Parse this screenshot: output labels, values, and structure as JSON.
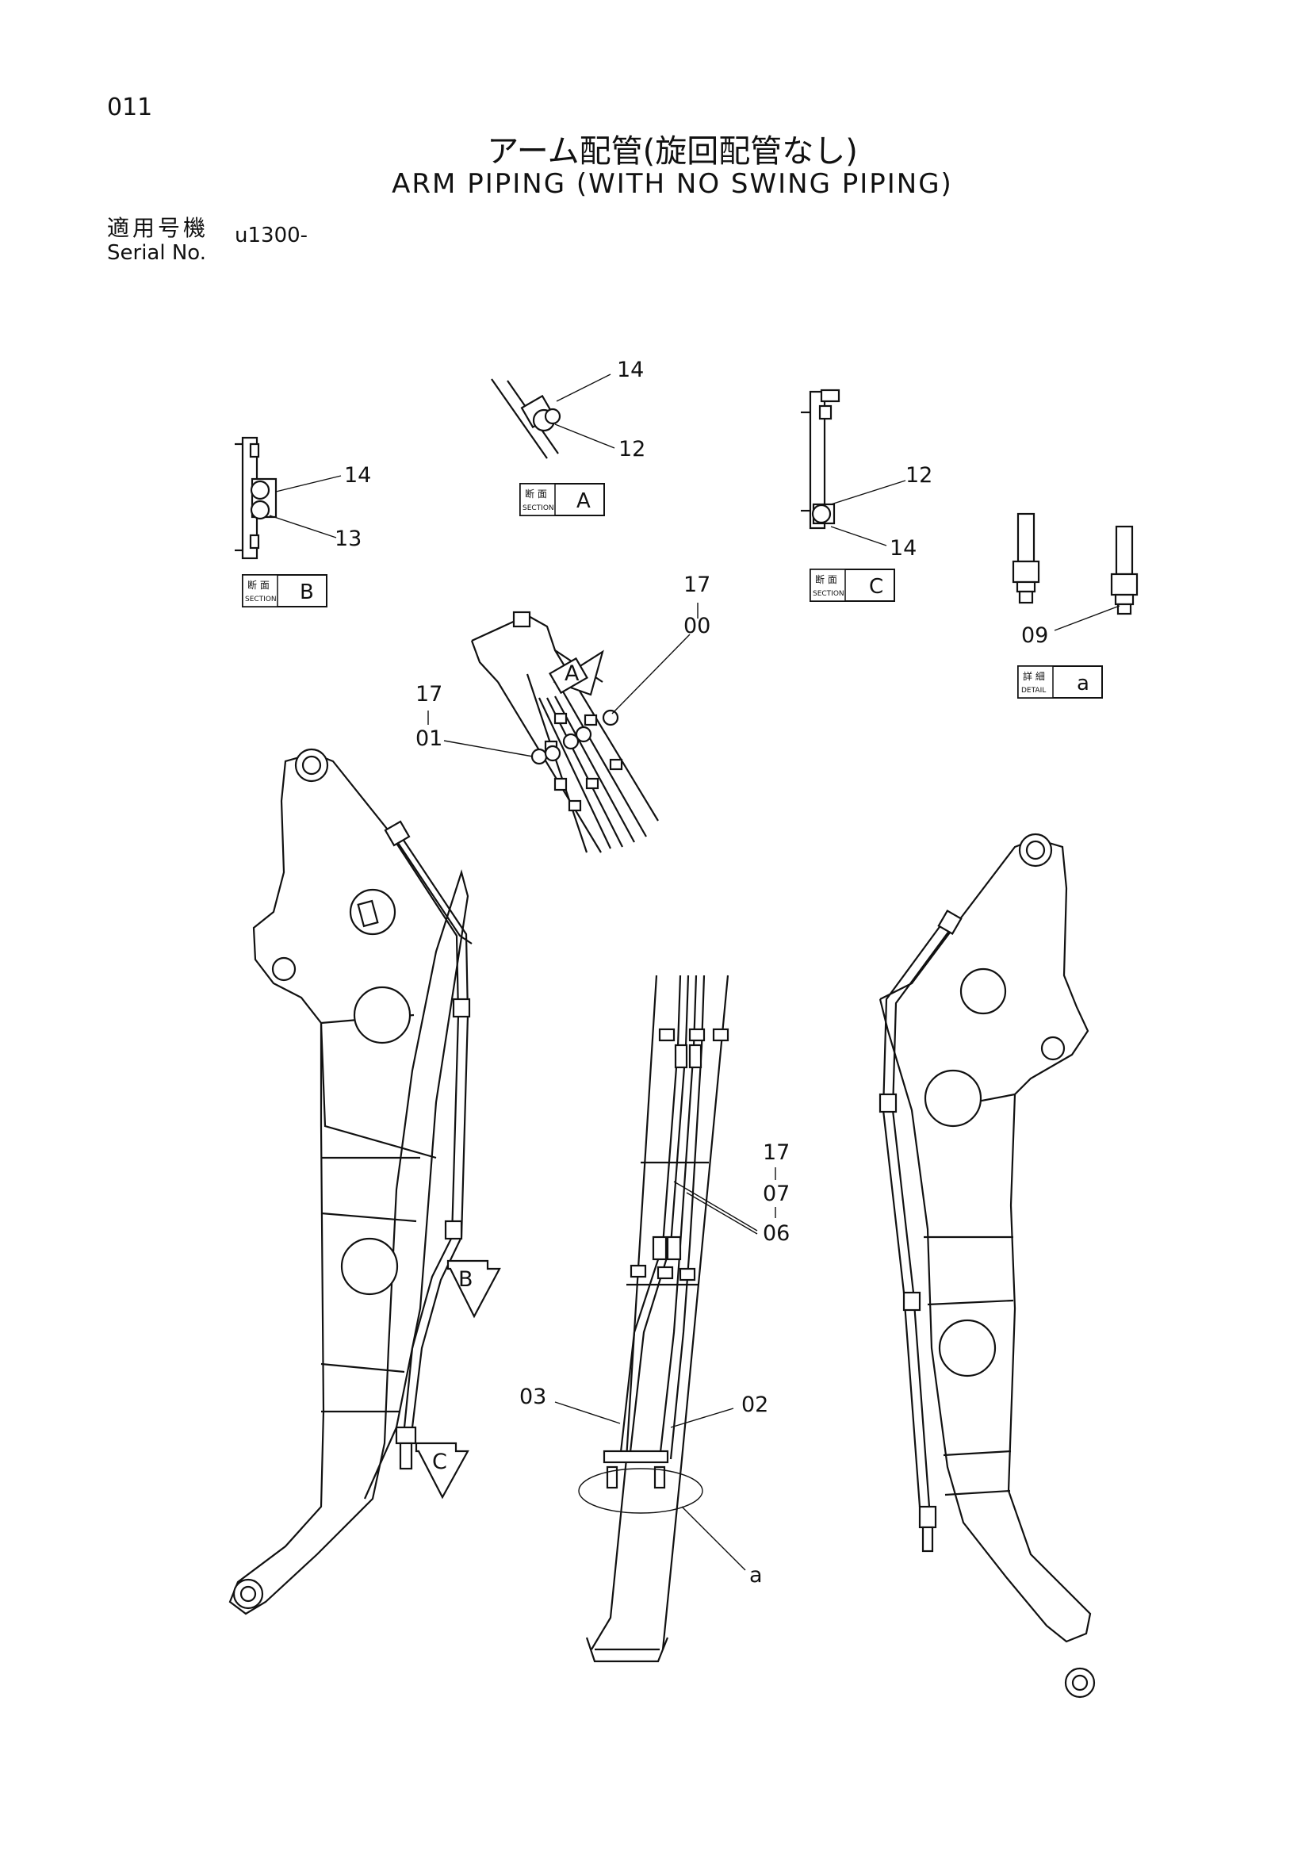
{
  "page_number": "011",
  "title_jp": "アーム配管(旋回配管なし)",
  "title_en": "ARM PIPING (WITH NO SWING PIPING)",
  "serial": {
    "label_jp": "適用号機",
    "label_en": "Serial No.",
    "value": "u1300-"
  },
  "views": [
    {
      "jp": "断 面",
      "en": "SECTION",
      "letter": "A"
    },
    {
      "jp": "断 面",
      "en": "SECTION",
      "letter": "B"
    },
    {
      "jp": "断 面",
      "en": "SECTION",
      "letter": "C"
    },
    {
      "jp": "詳 細",
      "en": "DETAIL",
      "letter": "a"
    }
  ],
  "callouts": {
    "a_14": "14",
    "a_12": "12",
    "b_14": "14",
    "b_13": "13",
    "c_12": "12",
    "c_14": "14",
    "d_09": "09",
    "mid_17": "17",
    "mid_00": "00",
    "mid2_17": "17",
    "mid2_01": "01",
    "low_17": "17",
    "low_07": "07",
    "low_06": "06",
    "low_03": "03",
    "low_02": "02",
    "low_a": "a",
    "arrow_A": "A",
    "arrow_B": "B",
    "arrow_C": "C"
  }
}
